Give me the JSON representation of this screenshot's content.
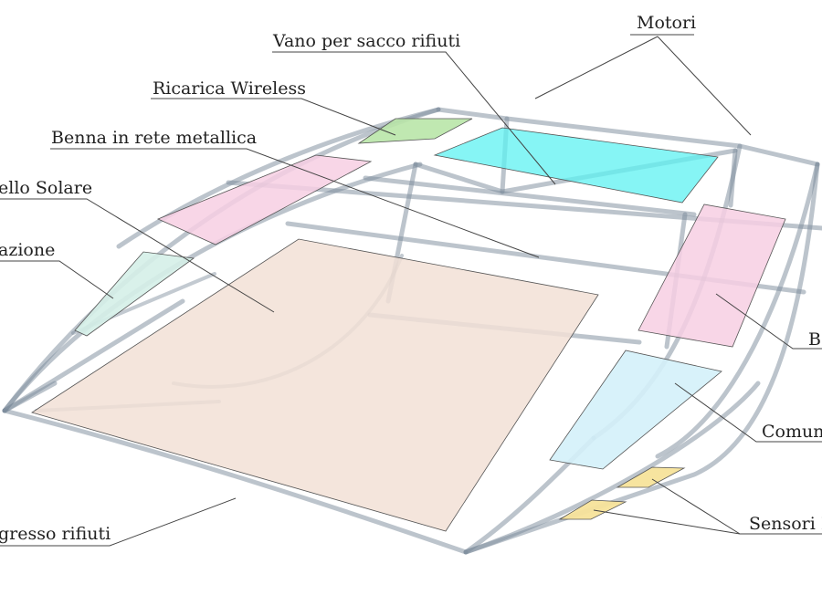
{
  "labels": {
    "motori": "Motori",
    "vano": "Vano per sacco rifiuti",
    "ricarica": "Ricarica Wireless",
    "benna": "Benna in rete metallica",
    "pannello": "ello Solare",
    "navigazione": "azione",
    "batteria": "B",
    "comunicazione": "Comun",
    "sensori": "Sensori I",
    "ingresso": "gresso rifiuti"
  },
  "colors": {
    "motori_plate": "#5ef2f2",
    "ricarica_plate": "#b9e6a8",
    "solar_panels": "#f7cfe3",
    "navigation_plate": "#d5f0e8",
    "basket": "#f2e1d6",
    "communication_plate": "#d4f1fa",
    "sensor_plates": "#f7e39a",
    "frame": "#7a8a99"
  }
}
